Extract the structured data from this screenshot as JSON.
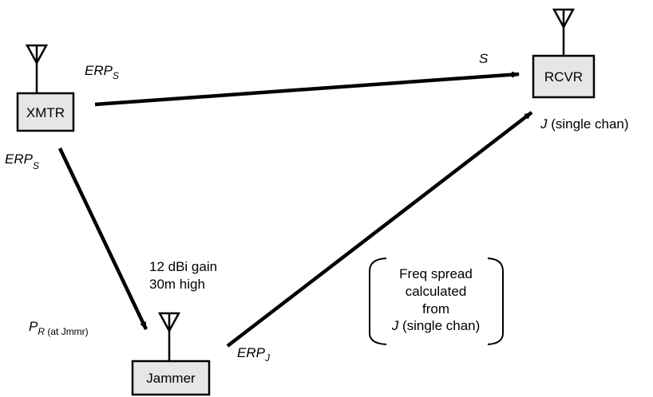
{
  "nodes": {
    "xmtr": "XMTR",
    "rcvr": "RCVR",
    "jammer": "Jammer"
  },
  "labels": {
    "erp_s_top": {
      "main": "ERP",
      "sub": "S"
    },
    "erp_s_left": {
      "main": "ERP",
      "sub": "S"
    },
    "s": "S",
    "j_single_chan": {
      "italic": "J",
      "rest": " (single chan)"
    },
    "jammer_gain": "12 dBi gain",
    "jammer_height": "30m high",
    "p_r": {
      "main": "P",
      "sub": "R",
      "sub_rest": " (at Jmmr)"
    },
    "erp_j": {
      "main": "ERP",
      "sub": "J"
    },
    "freq_note": {
      "line1": "Freq spread",
      "line2": "calculated",
      "line3": "from",
      "line4_italic": "J",
      "line4_rest": " (single chan)"
    }
  },
  "colors": {
    "box_fill": "#e6e6e6",
    "stroke": "#000000"
  },
  "icons": [
    "antenna-icon",
    "antenna-icon",
    "antenna-icon"
  ]
}
